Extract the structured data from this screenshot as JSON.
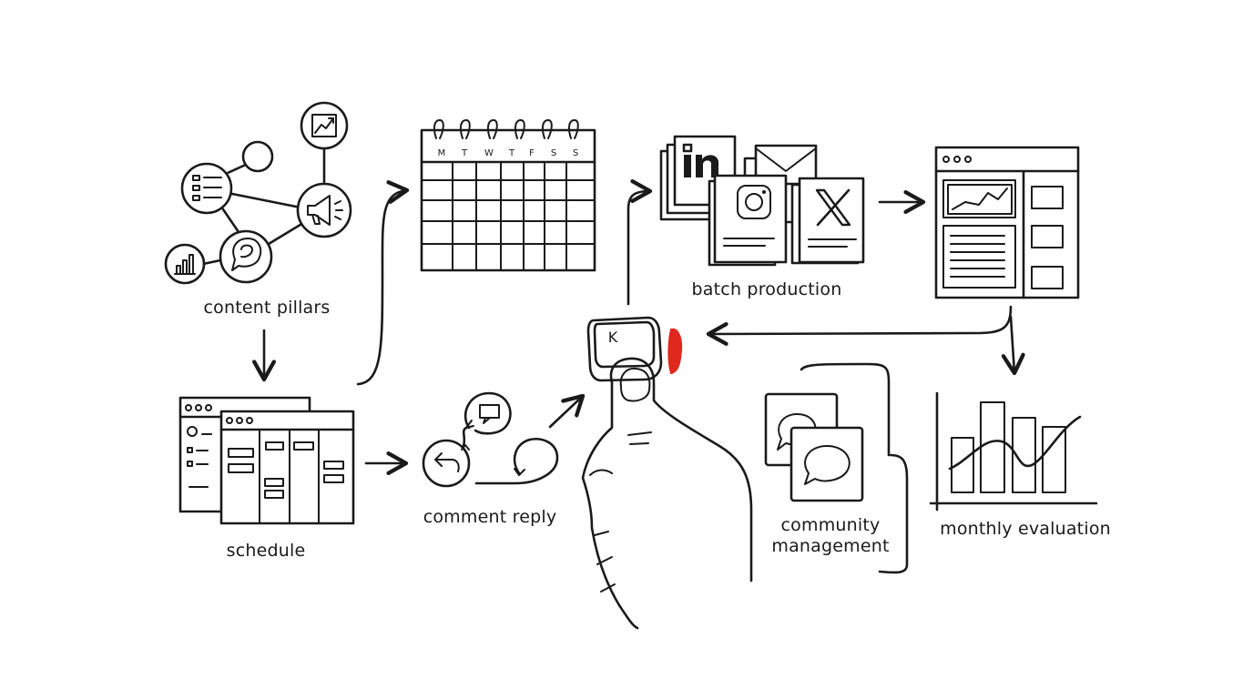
{
  "diagram": {
    "accent_color": "#e0291c",
    "ink_color": "#1a1a1a",
    "steps": [
      {
        "id": "content-pillars",
        "label": "content pillars",
        "icons": [
          "list-icon",
          "chart-icon",
          "megaphone-icon",
          "chat-person-icon",
          "bar-chart-icon",
          "circle-node-icon"
        ]
      },
      {
        "id": "schedule",
        "label": "schedule",
        "icons": [
          "kanban-window-icon"
        ]
      },
      {
        "id": "calendar",
        "label": "",
        "icons": [
          "calendar-icon"
        ]
      },
      {
        "id": "comment-reply",
        "label": "comment reply",
        "icons": [
          "reply-icon",
          "speech-bubble-icon"
        ]
      },
      {
        "id": "batch-production",
        "label": "batch production",
        "icons": [
          "linkedin-icon",
          "email-icon",
          "instagram-icon",
          "x-icon"
        ]
      },
      {
        "id": "dashboard",
        "label": "",
        "icons": [
          "browser-dashboard-icon"
        ]
      },
      {
        "id": "community-management",
        "label": "community management",
        "icons": [
          "chat-bubble-icon"
        ]
      },
      {
        "id": "monthly-evaluation",
        "label": "monthly evaluation",
        "icons": [
          "bar-line-chart-icon"
        ]
      },
      {
        "id": "keycap",
        "label": "K",
        "icons": [
          "hand-pressing-key-icon"
        ]
      }
    ],
    "calendar_days": [
      "M",
      "T",
      "W",
      "T",
      "F",
      "S",
      "S"
    ]
  }
}
